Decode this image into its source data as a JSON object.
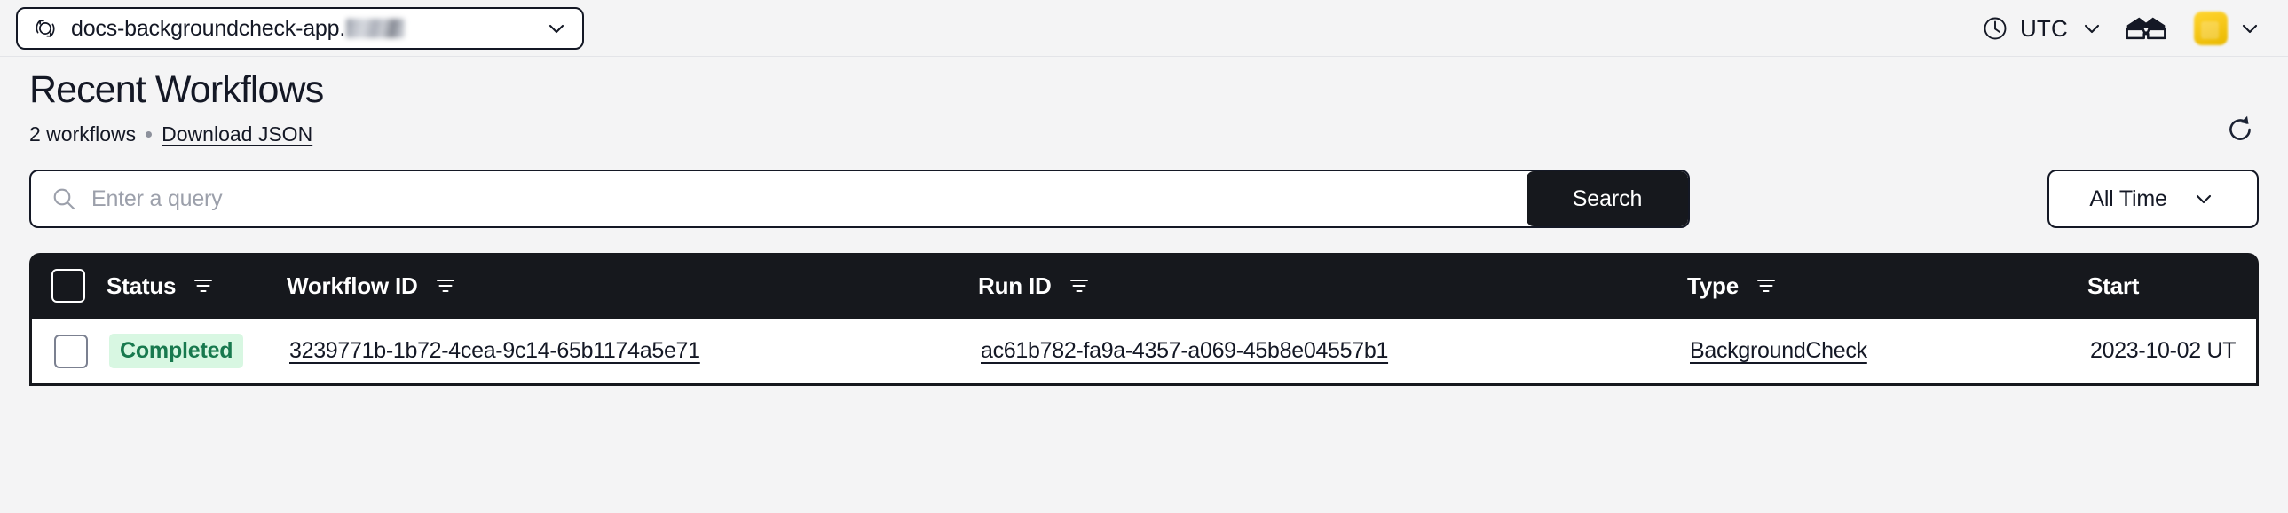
{
  "topbar": {
    "namespace": {
      "icon": "temporal-namespace-icon",
      "label": "docs-backgroundcheck-app.",
      "redacted_suffix": true,
      "chevron": "chevron-down-icon"
    },
    "timezone": {
      "icon": "clock-icon",
      "label": "UTC",
      "chevron": "chevron-down-icon"
    },
    "glasses_button": "glasses-icon",
    "avatar": {
      "color": "#f5c518",
      "chevron": "chevron-down-icon"
    }
  },
  "page": {
    "title": "Recent Workflows",
    "count_label": "2 workflows",
    "separator": "•",
    "download_link": "Download JSON",
    "refresh_icon": "refresh-icon"
  },
  "search": {
    "icon": "search-icon",
    "placeholder": "Enter a query",
    "value": "",
    "button_label": "Search",
    "time_filter": {
      "label": "All Time",
      "chevron": "chevron-down-icon"
    }
  },
  "table": {
    "select_all_checkbox": "checkbox-unchecked",
    "columns": [
      {
        "label": "Status",
        "filter_icon": "filter-icon"
      },
      {
        "label": "Workflow ID",
        "filter_icon": "filter-icon"
      },
      {
        "label": "Run ID",
        "filter_icon": "filter-icon"
      },
      {
        "label": "Type",
        "filter_icon": "filter-icon"
      },
      {
        "label": "Start",
        "filter_icon": null
      }
    ],
    "rows": [
      {
        "checkbox": "checkbox-unchecked",
        "status": "Completed",
        "status_color": "#18794e",
        "status_bg": "#d8f7e2",
        "workflow_id": "3239771b-1b72-4cea-9c14-65b1174a5e71",
        "run_id": "ac61b782-fa9a-4357-a069-45b8e04557b1",
        "type": "BackgroundCheck",
        "start": "2023-10-02 UT"
      }
    ]
  }
}
